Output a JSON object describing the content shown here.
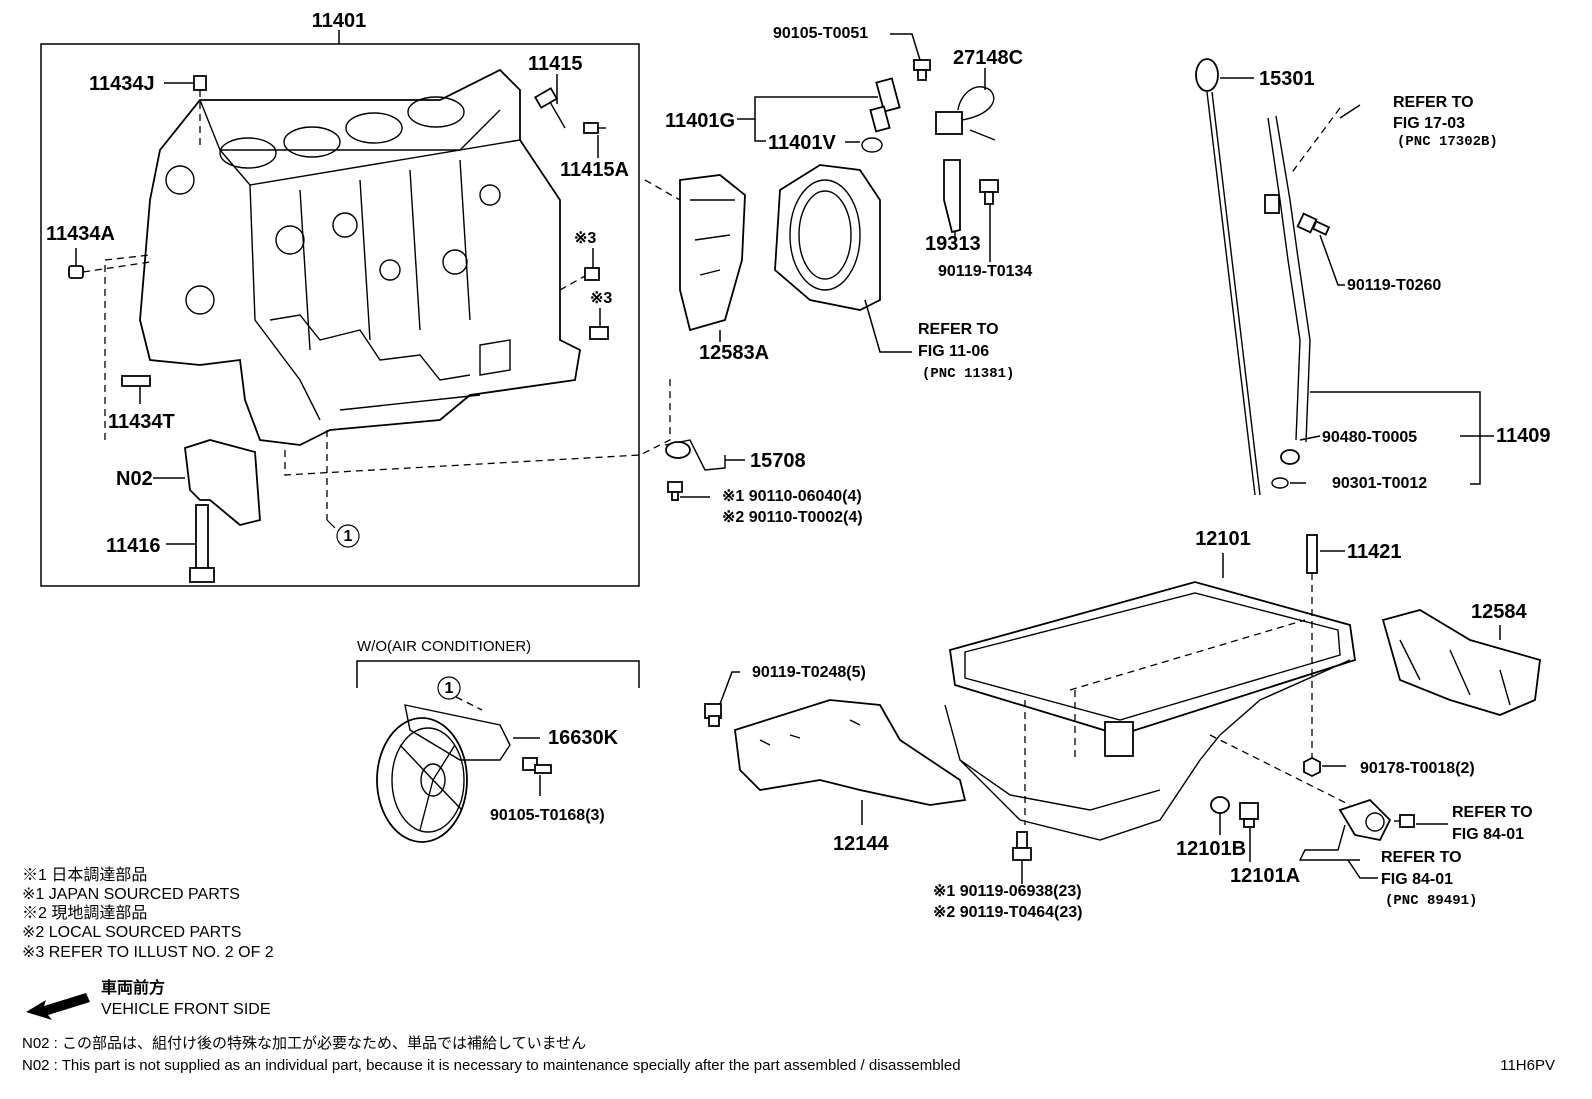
{
  "part_labels": {
    "p11401": "11401",
    "p11434J": "11434J",
    "p11415": "11415",
    "p11415A": "11415A",
    "p11434A": "11434A",
    "ref3a": "※3",
    "ref3b": "※3",
    "p11434T": "11434T",
    "pN02": "N02",
    "p11416": "11416",
    "circle1a": "1",
    "p90105_T0051": "90105-T0051",
    "p27148C": "27148C",
    "p11401G": "11401G",
    "p11401V": "11401V",
    "p12583A": "12583A",
    "p19313": "19313",
    "p90119_T0134": "90119-T0134",
    "p15708": "15708",
    "p15301": "15301",
    "p90119_T0260": "90119-T0260",
    "p90480_T0005": "90480-T0005",
    "p11409": "11409",
    "p90301_T0012": "90301-T0012",
    "p12101": "12101",
    "p11421": "11421",
    "p12584": "12584",
    "p16630K": "16630K",
    "circle1b": "1",
    "p90105_T0168": "90105-T0168(3)",
    "p90119_T0248": "90119-T0248(5)",
    "p12144": "12144",
    "p90178_T0018": "90178-T0018(2)",
    "p12101B": "12101B",
    "p12101A": "12101A"
  },
  "multi_labels": {
    "bolt_15708_1": "※1 90110-06040(4)",
    "bolt_15708_2": "※2 90110-T0002(4)",
    "pan_bolt_1": "※1 90119-06938(23)",
    "pan_bolt_2": "※2 90119-T0464(23)"
  },
  "refers": {
    "fig1703_l1": "REFER TO",
    "fig1703_l2": "FIG 17-03",
    "fig1703_l3": "(PNC 17302B)",
    "fig1106_l1": "REFER TO",
    "fig1106_l2": "FIG 11-06",
    "fig1106_l3": "(PNC 11381)",
    "fig8401a_l1": "REFER TO",
    "fig8401a_l2": "FIG 84-01",
    "fig8401b_l1": "REFER TO",
    "fig8401b_l2": "FIG 84-01",
    "fig8401b_l3": "(PNC 89491)"
  },
  "group_titles": {
    "wo_ac": "W/O(AIR CONDITIONER)"
  },
  "legend": {
    "l1": "※1  日本調達部品",
    "l2": "※1  JAPAN SOURCED PARTS",
    "l3": "※2  現地調達部品",
    "l4": "※2  LOCAL SOURCED PARTS",
    "l5": "※3  REFER TO ILLUST NO. 2 OF 2"
  },
  "front": {
    "jp": "車両前方",
    "en": "VEHICLE FRONT SIDE"
  },
  "notes": {
    "n02_jp": "N02 : この部品は、組付け後の特殊な加工が必要なため、単品では補給していません",
    "n02_en": "N02 : This part is not supplied as an individual part, because it is necessary to maintenance specially after the part assembled / disassembled"
  },
  "figure_code": "11H6PV"
}
